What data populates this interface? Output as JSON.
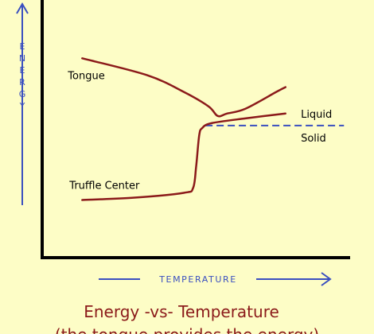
{
  "chart_data": {
    "type": "line",
    "title": "Energy -vs- Temperature",
    "subtitle": "(the tongue provides the energy)",
    "xlabel": "TEMPERATURE",
    "ylabel": "ENERGY",
    "xlim": [
      0,
      100
    ],
    "ylim": [
      0,
      100
    ],
    "grid": false,
    "legend": "none",
    "series": [
      {
        "name": "Tongue",
        "color": "#8b1a1a",
        "points": [
          [
            13,
            83
          ],
          [
            34,
            76
          ],
          [
            46,
            69
          ],
          [
            54,
            63
          ],
          [
            57,
            59
          ],
          [
            60,
            60
          ],
          [
            66,
            62
          ],
          [
            76,
            69
          ],
          [
            79,
            71
          ]
        ]
      },
      {
        "name": "Truffle Center",
        "color": "#8b1a1a",
        "points": [
          [
            13,
            24
          ],
          [
            30,
            25
          ],
          [
            46,
            27
          ],
          [
            49,
            29
          ],
          [
            50,
            38
          ],
          [
            51,
            51
          ],
          [
            52,
            54
          ],
          [
            55,
            56
          ],
          [
            66,
            58
          ],
          [
            79,
            60
          ]
        ]
      }
    ],
    "annotations": [
      {
        "text": "Liquid",
        "x": 84,
        "y": 60
      },
      {
        "text": "Solid",
        "x": 84,
        "y": 50
      }
    ],
    "reference_lines": [
      {
        "type": "horizontal",
        "y": 55,
        "x_start": 53,
        "x_end": 98,
        "style": "dashed",
        "color": "#3a4fc0"
      }
    ],
    "axis_color": "#000000",
    "arrow_color": "#3a4fc0"
  }
}
